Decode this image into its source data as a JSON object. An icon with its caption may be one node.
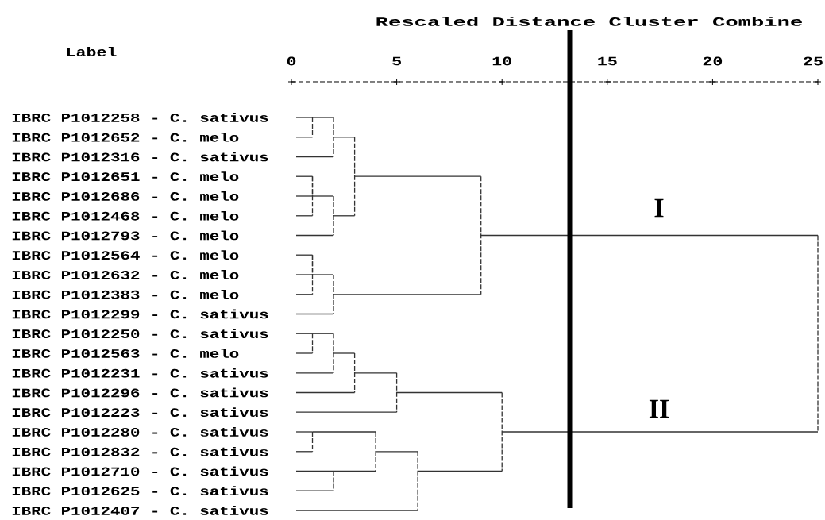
{
  "diagram": {
    "labels": [
      "Rescaled Distance Cluster Combine",
      "Label",
      "0",
      "5",
      "10",
      "15",
      "20",
      "25",
      "IBRC P1012258 - C. sativus",
      "IBRC P1012652 - C. melo",
      "IBRC P1012316 - C. sativus",
      "IBRC P1012651 - C. melo",
      "IBRC P1012686 - C. melo",
      "IBRC P1012468 - C. melo",
      "IBRC P1012793 - C. melo",
      "IBRC P1012564 - C. melo",
      "IBRC P1012632 - C. melo",
      "IBRC P1012383 - C. melo",
      "IBRC P1012299 - C. sativus",
      "IBRC P1012250 - C. sativus",
      "IBRC P1012563 - C. melo",
      "IBRC P1012231 - C. sativus",
      "IBRC P1012296 - C. sativus",
      "IBRC P1012223 - C. sativus",
      "IBRC P1012280 - C. sativus",
      "IBRC P1012832 - C. sativus",
      "IBRC P1012710 - C. sativus",
      "IBRC P1012625 - C. sativus",
      "IBRC P1012407 - C. sativus",
      "I",
      "II"
    ]
  }
}
